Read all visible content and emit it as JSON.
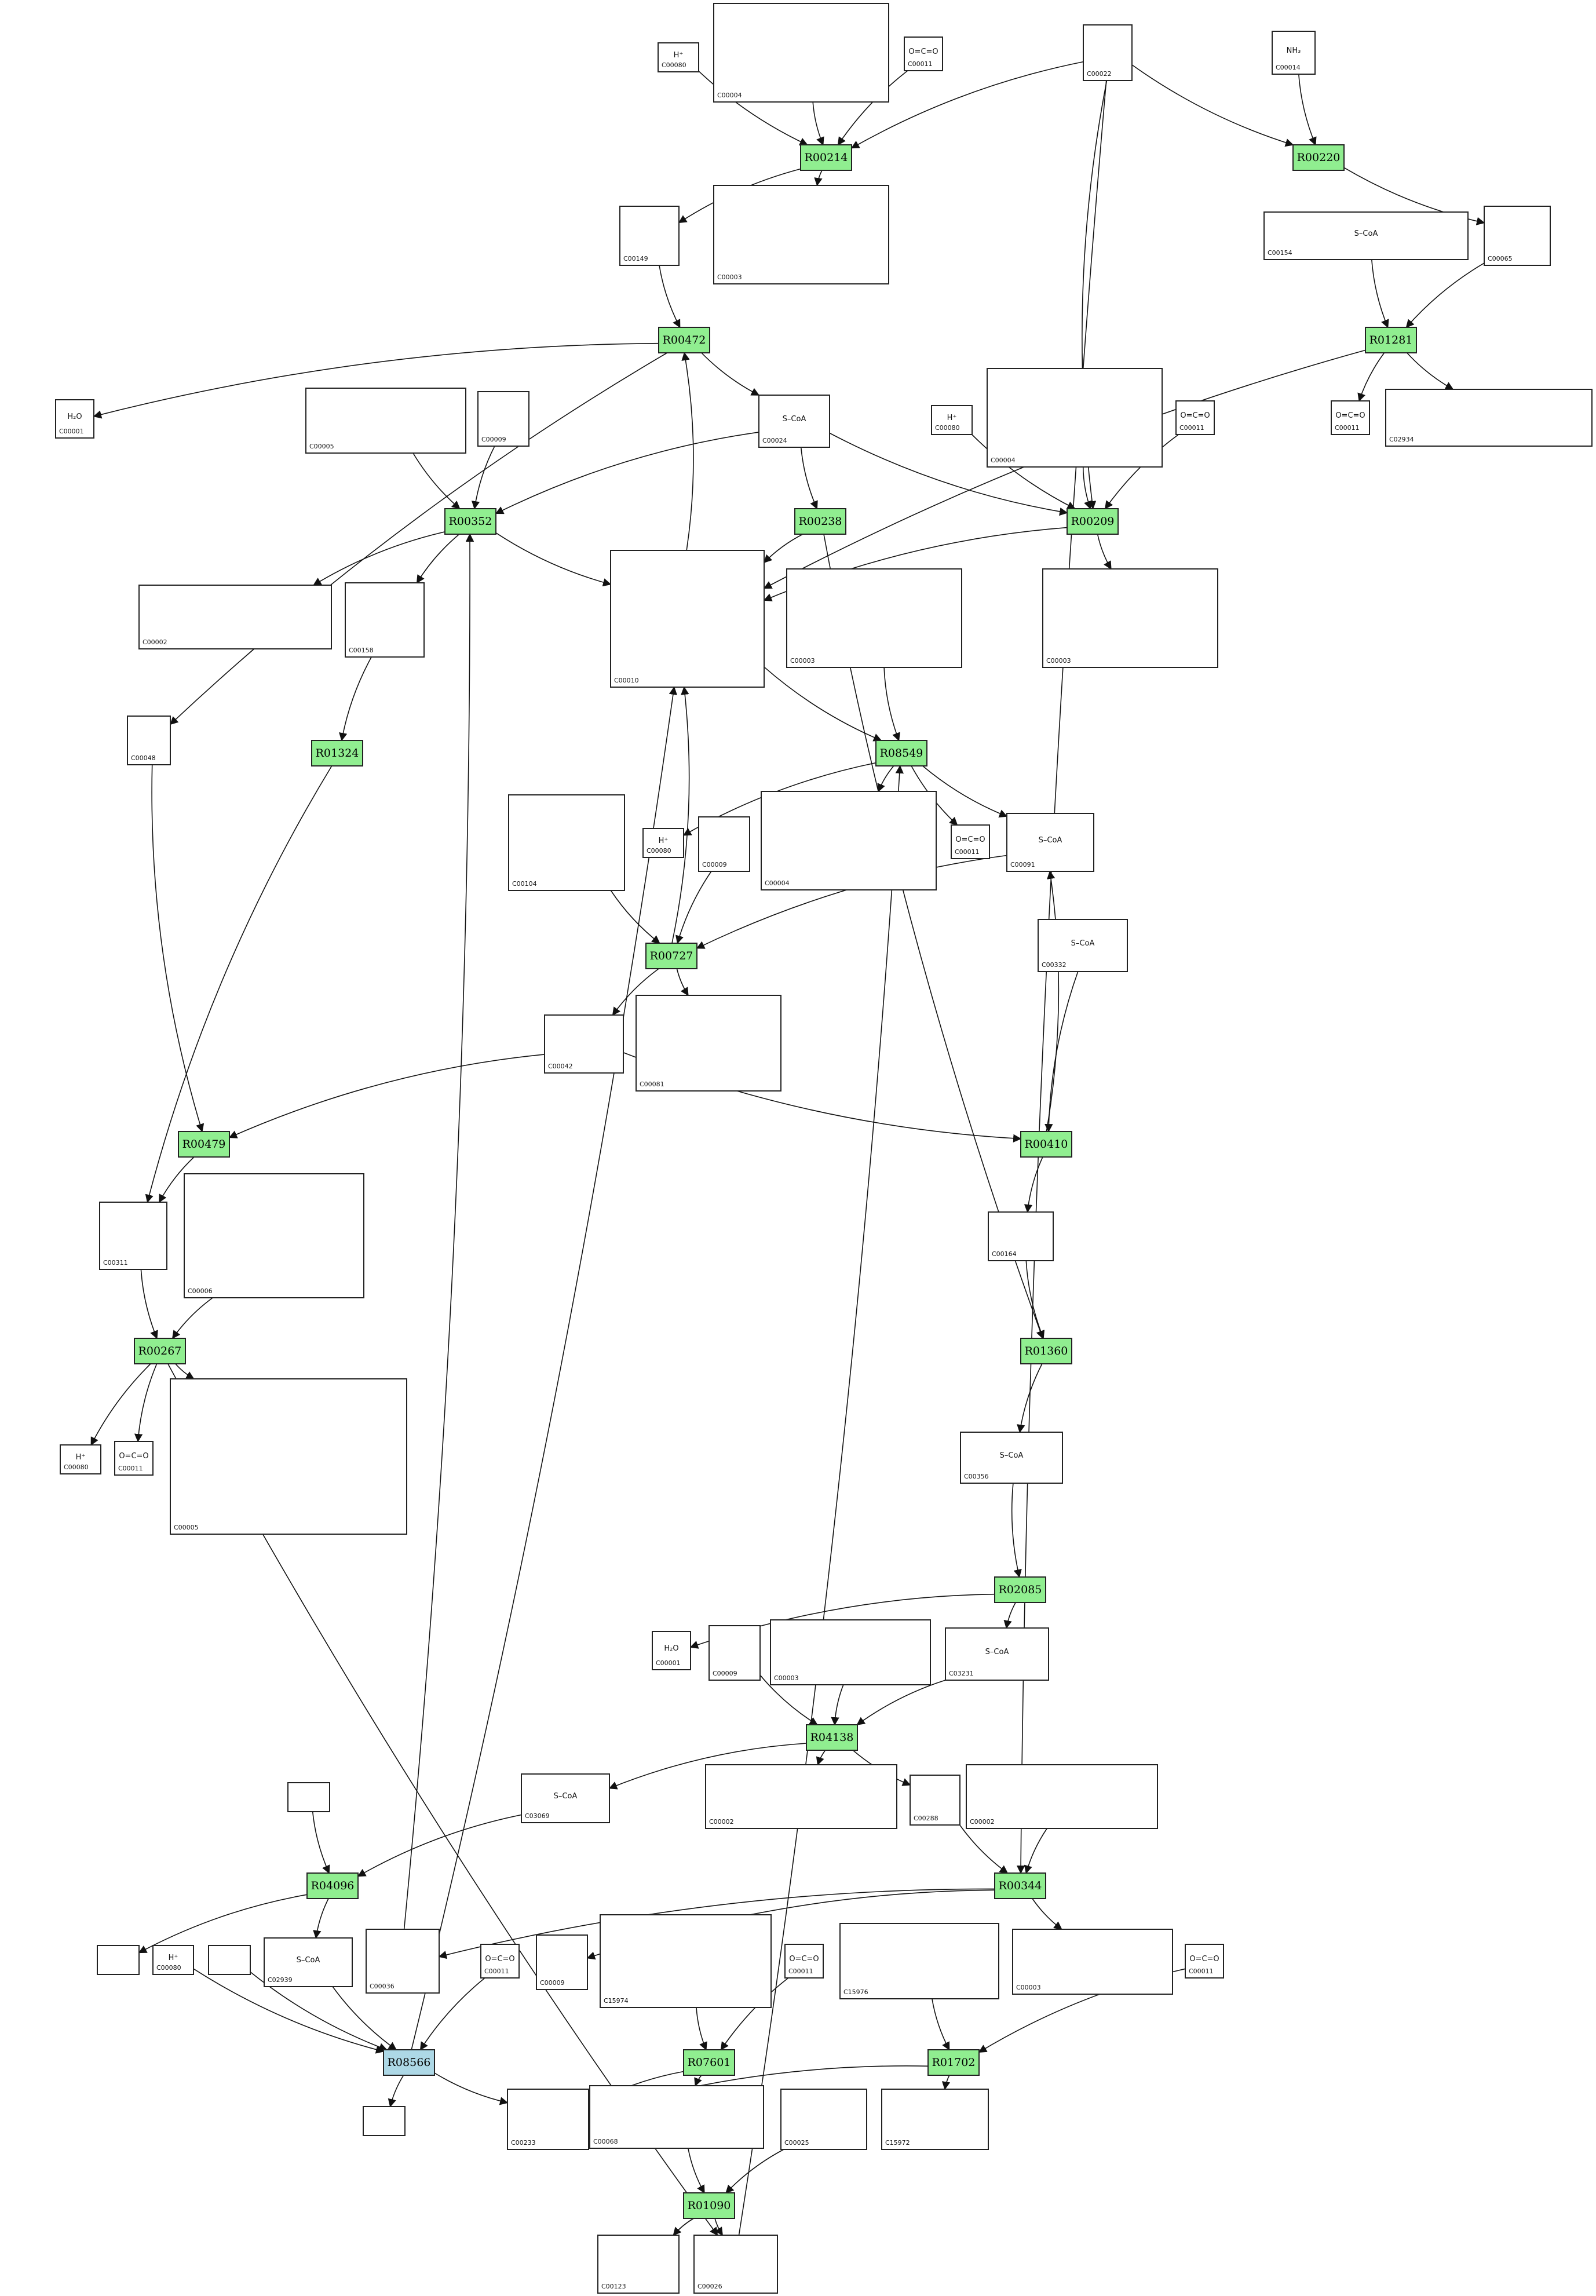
{
  "colors": {
    "reaction_fill": "#90ee90",
    "reaction_highlight_fill": "#add8e6",
    "edge": "#111111",
    "box_border": "#222222"
  },
  "reactions": [
    {
      "id": "R00214",
      "label": "R00214"
    },
    {
      "id": "R00220",
      "label": "R00220"
    },
    {
      "id": "R00472",
      "label": "R00472"
    },
    {
      "id": "R01281",
      "label": "R01281"
    },
    {
      "id": "R00352",
      "label": "R00352"
    },
    {
      "id": "R00238",
      "label": "R00238"
    },
    {
      "id": "R00209",
      "label": "R00209"
    },
    {
      "id": "R01324",
      "label": "R01324"
    },
    {
      "id": "R08549",
      "label": "R08549"
    },
    {
      "id": "R00727",
      "label": "R00727"
    },
    {
      "id": "R00479",
      "label": "R00479"
    },
    {
      "id": "R00410",
      "label": "R00410"
    },
    {
      "id": "R00267",
      "label": "R00267"
    },
    {
      "id": "R01360",
      "label": "R01360"
    },
    {
      "id": "R02085",
      "label": "R02085"
    },
    {
      "id": "R04138",
      "label": "R04138"
    },
    {
      "id": "R04096",
      "label": "R04096"
    },
    {
      "id": "R00344",
      "label": "R00344"
    },
    {
      "id": "R08566",
      "label": "R08566"
    },
    {
      "id": "R07601",
      "label": "R07601"
    },
    {
      "id": "R01702",
      "label": "R01702"
    },
    {
      "id": "R01090",
      "label": "R01090"
    }
  ],
  "compounds": [
    {
      "id": "c00080_a",
      "label": "C00080",
      "formula": "H⁺"
    },
    {
      "id": "c00004_a",
      "label": "C00004"
    },
    {
      "id": "c00011_a",
      "label": "C00011",
      "formula": "O=C=O"
    },
    {
      "id": "c00022",
      "label": "C00022"
    },
    {
      "id": "c00014",
      "label": "C00014",
      "formula": "NH₃"
    },
    {
      "id": "c00149",
      "label": "C00149"
    },
    {
      "id": "c00003_a",
      "label": "C00003"
    },
    {
      "id": "c00154",
      "label": "C00154",
      "formula": "S–CoA"
    },
    {
      "id": "c00065",
      "label": "C00065"
    },
    {
      "id": "c00001_a",
      "label": "C00001",
      "formula": "H₂O"
    },
    {
      "id": "c00005",
      "label": "C00005"
    },
    {
      "id": "c00009_a",
      "label": "C00009"
    },
    {
      "id": "c00024",
      "label": "C00024",
      "formula": "S–CoA"
    },
    {
      "id": "c00080_b",
      "label": "C00080",
      "formula": "H⁺"
    },
    {
      "id": "c00004_b",
      "label": "C00004"
    },
    {
      "id": "c00011_b",
      "label": "C00011",
      "formula": "O=C=O"
    },
    {
      "id": "c00011_c",
      "label": "C00011",
      "formula": "O=C=O"
    },
    {
      "id": "c02934",
      "label": "C02934"
    },
    {
      "id": "c00002_a",
      "label": "C00002"
    },
    {
      "id": "c00158",
      "label": "C00158"
    },
    {
      "id": "c00010",
      "label": "C00010"
    },
    {
      "id": "c00003_b",
      "label": "C00003"
    },
    {
      "id": "c00003_c",
      "label": "C00003"
    },
    {
      "id": "c00048",
      "label": "C00048"
    },
    {
      "id": "c00104",
      "label": "C00104"
    },
    {
      "id": "c00080_c",
      "label": "C00080",
      "formula": "H⁺"
    },
    {
      "id": "c00009_b",
      "label": "C00009"
    },
    {
      "id": "c00004_c",
      "label": "C00004"
    },
    {
      "id": "c00011_d",
      "label": "C00011",
      "formula": "O=C=O"
    },
    {
      "id": "c00091",
      "label": "C00091",
      "formula": "S–CoA"
    },
    {
      "id": "c00332",
      "label": "C00332",
      "formula": "S–CoA"
    },
    {
      "id": "c00042",
      "label": "C00042"
    },
    {
      "id": "c00081",
      "label": "C00081"
    },
    {
      "id": "c00311",
      "label": "C00311"
    },
    {
      "id": "c00006",
      "label": "C00006"
    },
    {
      "id": "c00164",
      "label": "C00164"
    },
    {
      "id": "c00080_d",
      "label": "C00080",
      "formula": "H⁺"
    },
    {
      "id": "c00011_e",
      "label": "C00011",
      "formula": "O=C=O"
    },
    {
      "id": "c00005_b",
      "label": "C00005"
    },
    {
      "id": "c00356",
      "label": "C00356",
      "formula": "S–CoA"
    },
    {
      "id": "c00001_b",
      "label": "C00001",
      "formula": "H₂O"
    },
    {
      "id": "c00009_c",
      "label": "C00009"
    },
    {
      "id": "c00003_d",
      "label": "C00003"
    },
    {
      "id": "c03231",
      "label": "C03231",
      "formula": "S–CoA"
    },
    {
      "id": "blank_top",
      "label": ""
    },
    {
      "id": "c03069",
      "label": "C03069",
      "formula": "S–CoA"
    },
    {
      "id": "c00002_b",
      "label": "C00002"
    },
    {
      "id": "c00288",
      "label": "C00288"
    },
    {
      "id": "c00002_c",
      "label": "C00002"
    },
    {
      "id": "blank_left",
      "label": ""
    },
    {
      "id": "c00080_e",
      "label": "C00080",
      "formula": "H⁺"
    },
    {
      "id": "blank_mid",
      "label": ""
    },
    {
      "id": "c02939",
      "label": "C02939",
      "formula": "S–CoA"
    },
    {
      "id": "c00036",
      "label": "C00036"
    },
    {
      "id": "c00011_f",
      "label": "C00011",
      "formula": "O=C=O"
    },
    {
      "id": "c00009_d",
      "label": "C00009"
    },
    {
      "id": "c15974",
      "label": "C15974"
    },
    {
      "id": "c00011_g",
      "label": "C00011",
      "formula": "O=C=O"
    },
    {
      "id": "c15976",
      "label": "C15976"
    },
    {
      "id": "c00003_e",
      "label": "C00003"
    },
    {
      "id": "c00011_h",
      "label": "C00011",
      "formula": "O=C=O"
    },
    {
      "id": "blank_bottom",
      "label": ""
    },
    {
      "id": "c00233",
      "label": "C00233"
    },
    {
      "id": "c00068",
      "label": "C00068"
    },
    {
      "id": "c00025",
      "label": "C00025"
    },
    {
      "id": "c15972",
      "label": "C15972"
    },
    {
      "id": "c00123",
      "label": "C00123"
    },
    {
      "id": "c00026",
      "label": "C00026"
    }
  ]
}
